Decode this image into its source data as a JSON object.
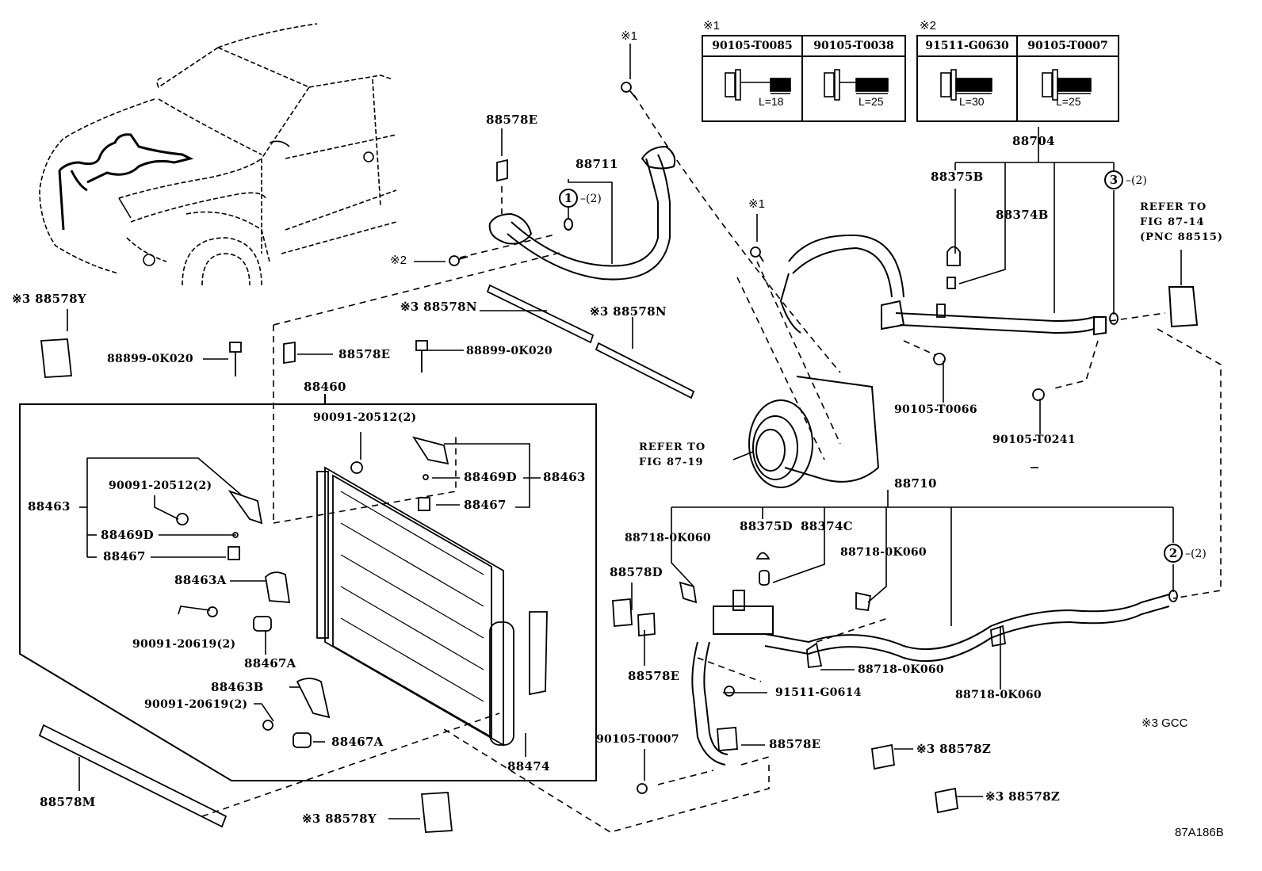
{
  "diagram": {
    "figure_id": "87A186B",
    "footnote": "※3 GCC"
  },
  "bolt_tables": [
    {
      "marker": "※1",
      "columns": [
        {
          "part": "90105-T0085",
          "length": "L=18"
        },
        {
          "part": "90105-T0038",
          "length": "L=25"
        }
      ]
    },
    {
      "marker": "※2",
      "columns": [
        {
          "part": "91511-G0630",
          "length": "L=30"
        },
        {
          "part": "90105-T0007",
          "length": "L=25"
        }
      ]
    }
  ],
  "callouts": [
    {
      "number": "1",
      "qty": "(2)"
    },
    {
      "number": "3",
      "qty": "(2)"
    },
    {
      "number": "2",
      "qty": "(2)"
    }
  ],
  "labels": {
    "p88578E_top": "88578E",
    "p88711": "88711",
    "mark1_top": "※1",
    "mark2_left": "※2",
    "p88704": "88704",
    "p88375B": "88375B",
    "p88374B": "88374B",
    "mark1_mid": "※1",
    "refer_pnc_1": "REFER TO",
    "refer_pnc_2": "FIG 87-14",
    "refer_pnc_3": "(PNC 88515)",
    "p88578Y_left": "※3 88578Y",
    "p88578N_a": "※3 88578N",
    "p88578N_b": "※3 88578N",
    "p88899_left": "88899-0K020",
    "p88578E_mid": "88578E",
    "p88899_right": "88899-0K020",
    "p88460": "88460",
    "p90091_20512_right": "90091-20512(2)",
    "p90105_T0066": "90105-T0066",
    "p90105_T0241": "90105-T0241",
    "p90091_20512_left": "90091-20512(2)",
    "p88463_left": "88463",
    "p88469D_left": "88469D",
    "p88467_left": "88467",
    "p88469D_right": "88469D",
    "p88463_right": "88463",
    "p88467_right": "88467",
    "refer_comp_1": "REFER TO",
    "refer_comp_2": "FIG 87-19",
    "p88710": "88710",
    "p88718_a": "88718-0K060",
    "p88375D": "88375D",
    "p88374C": "88374C",
    "p88718_b": "88718-0K060",
    "p88463A": "88463A",
    "p90091_20619_a": "90091-20619(2)",
    "p88467A_a": "88467A",
    "p88463B": "88463B",
    "p90091_20619_b": "90091-20619(2)",
    "p88467A_b": "88467A",
    "p88474": "88474",
    "p88578D": "88578D",
    "p88578E_low": "88578E",
    "p91511_G0614": "91511-G0614",
    "p88718_c": "88718-0K060",
    "p88718_d": "88718-0K060",
    "p90105_T0007": "90105-T0007",
    "p88578E_bottom": "88578E",
    "p88578Z_a": "※3 88578Z",
    "p88578Z_b": "※3 88578Z",
    "p88578M": "88578M",
    "p88578Y_bottom": "※3 88578Y"
  }
}
